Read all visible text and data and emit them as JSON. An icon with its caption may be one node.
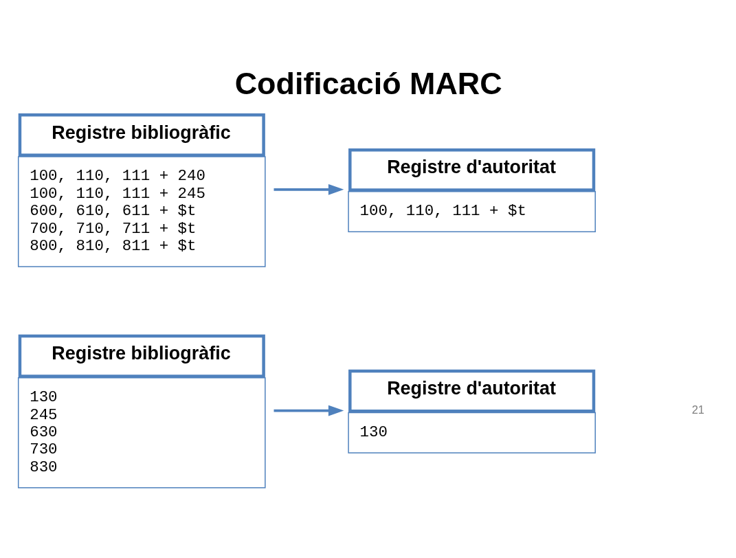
{
  "diagram": {
    "title": "Codificació MARC",
    "nodes": [
      {
        "text": [
          "Registre bibliogràfic",
          "100, 110, 111 + 240",
          "100, 110, 111 + 245",
          "600, 610, 611 + $t",
          "700, 710, 711 + $t",
          "800, 810, 811 + $t"
        ]
      },
      {
        "text": [
          "Registre d'autoritat",
          "100, 110, 111 + $t"
        ]
      },
      {
        "text": [
          "Registre bibliogràfic",
          "130",
          "245",
          "630",
          "730",
          "830"
        ]
      },
      {
        "text": [
          "Registre d'autoritat",
          "130"
        ]
      }
    ],
    "edges": [
      {
        "from": 0,
        "to": 1,
        "arrow": "to"
      },
      {
        "from": 2,
        "to": 3,
        "arrow": "to"
      }
    ],
    "labels": [
      "21"
    ]
  }
}
